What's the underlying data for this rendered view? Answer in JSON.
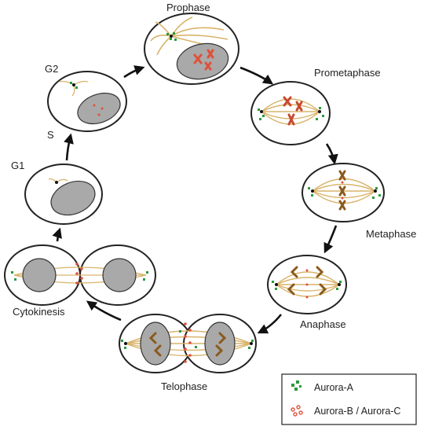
{
  "phases": {
    "prophase": "Prophase",
    "prometaphase": "Prometaphase",
    "metaphase": "Metaphase",
    "anaphase": "Anaphase",
    "telophase": "Telophase",
    "cytokinesis": "Cytokinesis",
    "g1": "G1",
    "s": "S",
    "g2": "G2"
  },
  "legend": {
    "aurora_a": "Aurora-A",
    "aurora_bc": "Aurora-B / Aurora-C"
  },
  "colors": {
    "microtubule": "#d9b36a",
    "aurora_a": "#2a9a3c",
    "aurora_bc": "#e0503a",
    "chromosome": "#8a5a1e",
    "nucleus": "#a9a9a9",
    "centrosome": "#111111"
  }
}
